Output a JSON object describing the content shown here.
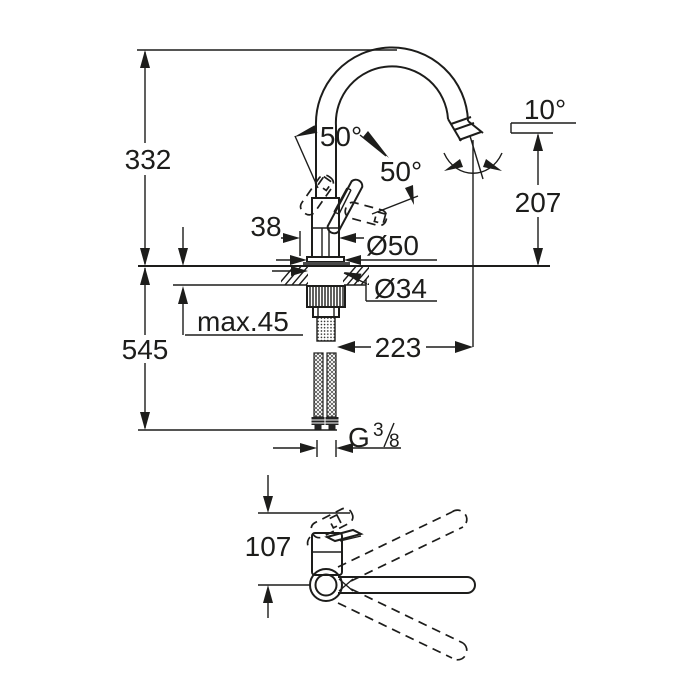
{
  "page": {
    "background": "#ffffff",
    "ink_color": "#1d1d1b",
    "description": "Kitchen faucet dimensional installation drawing, front elevation with swivel top view"
  },
  "dimensions": {
    "height_above_top": "332",
    "total_height_with_hoses": "545",
    "body_width": "38",
    "handle_swing_left": "50°",
    "handle_swing_right": "50°",
    "spout_outlet_tilt": "10°",
    "outlet_height": "207",
    "base_diameter": "Ø50",
    "shank_diameter": "Ø34",
    "max_deck_thickness": "max.45",
    "spout_reach": "223",
    "thread_letter": "G",
    "thread_numerator": "3",
    "thread_denominator": "8",
    "handle_front_offset": "107"
  }
}
